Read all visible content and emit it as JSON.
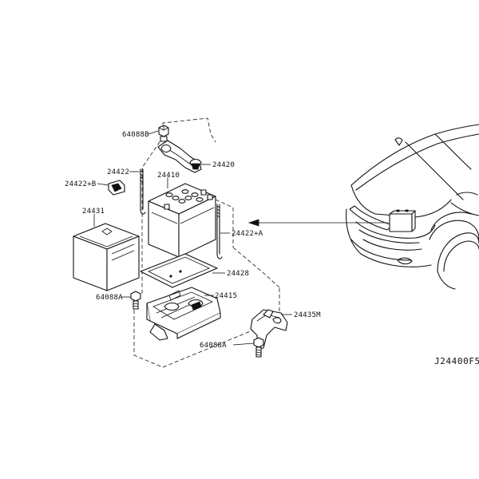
{
  "labels": {
    "p64088b": "64088B",
    "p24420": "24420",
    "p24422": "24422",
    "p24422b": "24422+B",
    "p24410": "24410",
    "p24431": "24431",
    "p24422a": "24422+A",
    "p24428": "24428",
    "p64088a_1": "64088A",
    "p24415": "24415",
    "p24435m": "24435M",
    "p64088a_2": "64088A"
  },
  "diagram_code": "J24400F5"
}
